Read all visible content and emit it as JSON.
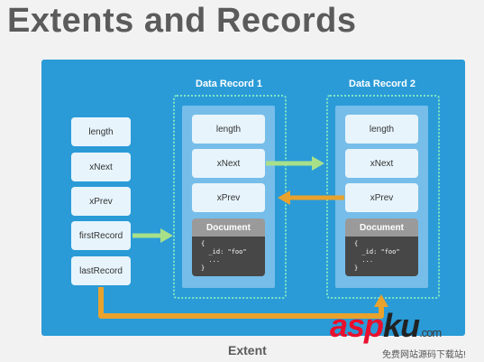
{
  "title": "Extents and Records",
  "extent": {
    "label": "Extent",
    "fields": [
      "length",
      "xNext",
      "xPrev",
      "firstRecord",
      "lastRecord"
    ]
  },
  "records": [
    {
      "title": "Data Record 1",
      "fields": [
        "length",
        "xNext",
        "xPrev"
      ],
      "document": {
        "title": "Document",
        "lines": [
          "{",
          "  _id: \"foo\"",
          "  ...",
          "}"
        ]
      }
    },
    {
      "title": "Data Record 2",
      "fields": [
        "length",
        "xNext",
        "xPrev"
      ],
      "document": {
        "title": "Document",
        "lines": [
          "{",
          "  _id: \"foo\"",
          "  ...",
          "}"
        ]
      }
    }
  ],
  "colors": {
    "background": "#2a9bd7",
    "field": "#e7f4fc",
    "green_arrow": "#a8e08a",
    "orange_arrow": "#e9a22c"
  },
  "watermark": {
    "brand_red": "asp",
    "brand_black": "ku",
    "suffix": ".com",
    "subtitle": "免费网站源码下载站!"
  }
}
